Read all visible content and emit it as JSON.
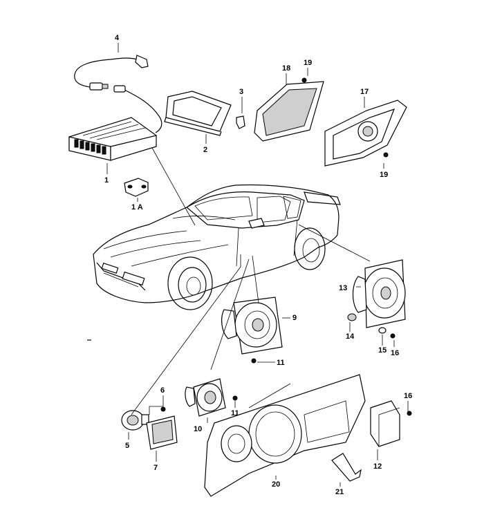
{
  "callouts": [
    {
      "id": "c1",
      "text": "1"
    },
    {
      "id": "c1a",
      "text": "1 A"
    },
    {
      "id": "c2",
      "text": "2"
    },
    {
      "id": "c3",
      "text": "3"
    },
    {
      "id": "c4",
      "text": "4"
    },
    {
      "id": "c5",
      "text": "5"
    },
    {
      "id": "c6",
      "text": "6"
    },
    {
      "id": "c7",
      "text": "7"
    },
    {
      "id": "c9",
      "text": "9"
    },
    {
      "id": "c10",
      "text": "10"
    },
    {
      "id": "c11a",
      "text": "11"
    },
    {
      "id": "c11b",
      "text": "11"
    },
    {
      "id": "c12",
      "text": "12"
    },
    {
      "id": "c13",
      "text": "13"
    },
    {
      "id": "c14",
      "text": "14"
    },
    {
      "id": "c15",
      "text": "15"
    },
    {
      "id": "c16a",
      "text": "16"
    },
    {
      "id": "c16b",
      "text": "16"
    },
    {
      "id": "c17",
      "text": "17"
    },
    {
      "id": "c18",
      "text": "18"
    },
    {
      "id": "c19a",
      "text": "19"
    },
    {
      "id": "c19b",
      "text": "19"
    },
    {
      "id": "c20",
      "text": "20"
    },
    {
      "id": "c21",
      "text": "21"
    }
  ]
}
